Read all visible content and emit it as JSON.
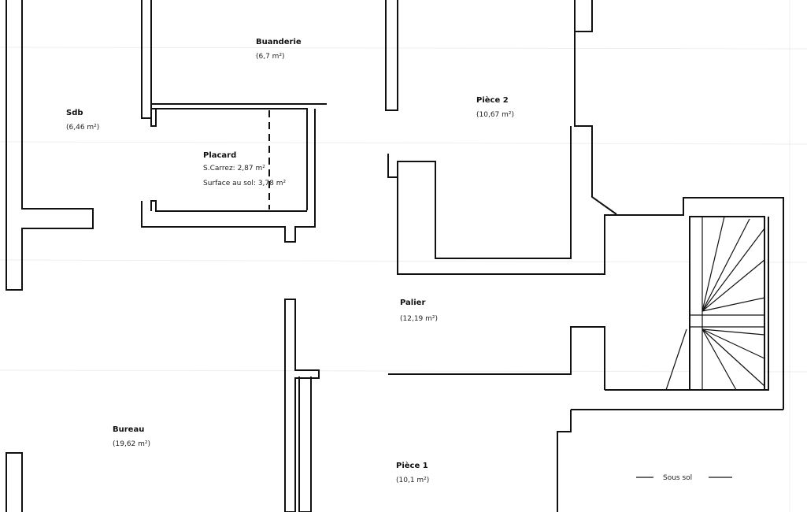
{
  "rooms": {
    "buanderie": {
      "name": "Buanderie",
      "area": "(6,7 m²)"
    },
    "sdb": {
      "name": "Sdb",
      "area": "(6,46 m²)"
    },
    "placard": {
      "name": "Placard",
      "line1": "S.Carrez: 2,87 m²",
      "line2": "Surface au sol: 3,78 m²"
    },
    "piece2": {
      "name": "Pièce 2",
      "area": "(10,67 m²)"
    },
    "palier": {
      "name": "Palier",
      "area": "(12,19 m²)"
    },
    "bureau": {
      "name": "Bureau",
      "area": "(19,62 m²)"
    },
    "piece1": {
      "name": "Pièce 1",
      "area": "(10,1 m²)"
    }
  },
  "stair_note": "Sous sol",
  "colors": {
    "wall": "#111111",
    "background": "#ffffff"
  }
}
